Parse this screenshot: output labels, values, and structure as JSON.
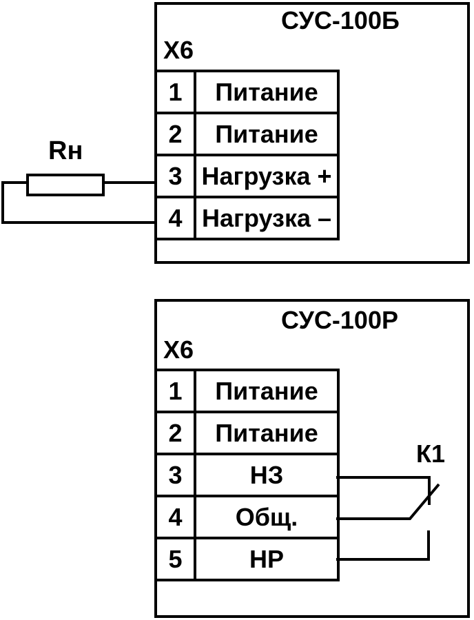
{
  "diagram": {
    "top_device": {
      "title": "СУС-100Б",
      "connector": "Х6",
      "rows": [
        {
          "pin": "1",
          "label": "Питание"
        },
        {
          "pin": "2",
          "label": "Питание"
        },
        {
          "pin": "3",
          "label": "Нагрузка +"
        },
        {
          "pin": "4",
          "label": "Нагрузка –"
        }
      ],
      "load_resistor_label": "Rн"
    },
    "bottom_device": {
      "title": "СУС-100Р",
      "connector": "Х6",
      "rows": [
        {
          "pin": "1",
          "label": "Питание"
        },
        {
          "pin": "2",
          "label": "Питание"
        },
        {
          "pin": "3",
          "label": "НЗ"
        },
        {
          "pin": "4",
          "label": "Общ."
        },
        {
          "pin": "5",
          "label": "НР"
        }
      ],
      "relay_contact_label": "К1"
    },
    "colors": {
      "line": "#000000",
      "background": "#ffffff"
    }
  }
}
